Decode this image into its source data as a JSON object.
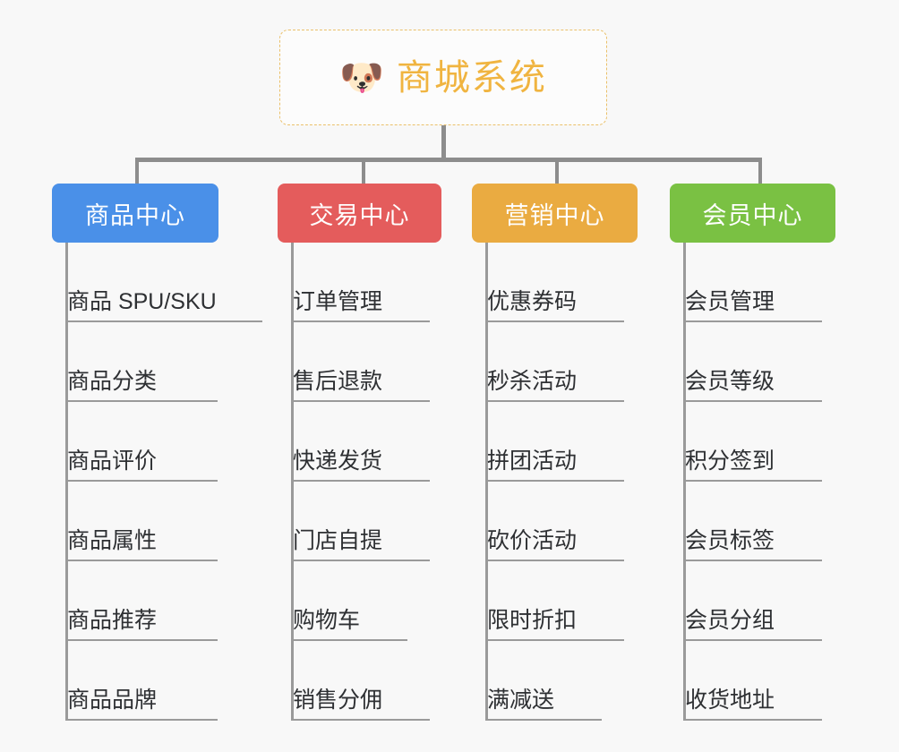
{
  "page": {
    "background_color": "#f8f8f8",
    "line_color": "#8d8d8d",
    "leaf_line_color": "#9a9a9a",
    "leaf_text_color": "#2e3033"
  },
  "root": {
    "icon": "🐶",
    "icon_name": "shiba-dog-face-icon",
    "title": "商城系统",
    "text_color": "#f0b440",
    "border_color": "#eac06a",
    "background_color": "#fcfcfc"
  },
  "columns": [
    {
      "id": "product-center",
      "header": "商品中心",
      "color": "#4a90e8",
      "items": [
        "商品 SPU/SKU",
        "商品分类",
        "商品评价",
        "商品属性",
        "商品推荐",
        "商品品牌"
      ]
    },
    {
      "id": "trade-center",
      "header": "交易中心",
      "color": "#e45c5c",
      "items": [
        "订单管理",
        "售后退款",
        "快递发货",
        "门店自提",
        "购物车",
        "销售分佣"
      ]
    },
    {
      "id": "marketing-center",
      "header": "营销中心",
      "color": "#eaab41",
      "items": [
        "优惠券码",
        "秒杀活动",
        "拼团活动",
        "砍价活动",
        "限时折扣",
        "满减送"
      ]
    },
    {
      "id": "member-center",
      "header": "会员中心",
      "color": "#7ac143",
      "items": [
        "会员管理",
        "会员等级",
        "积分签到",
        "会员标签",
        "会员分组",
        "收货地址"
      ]
    }
  ]
}
